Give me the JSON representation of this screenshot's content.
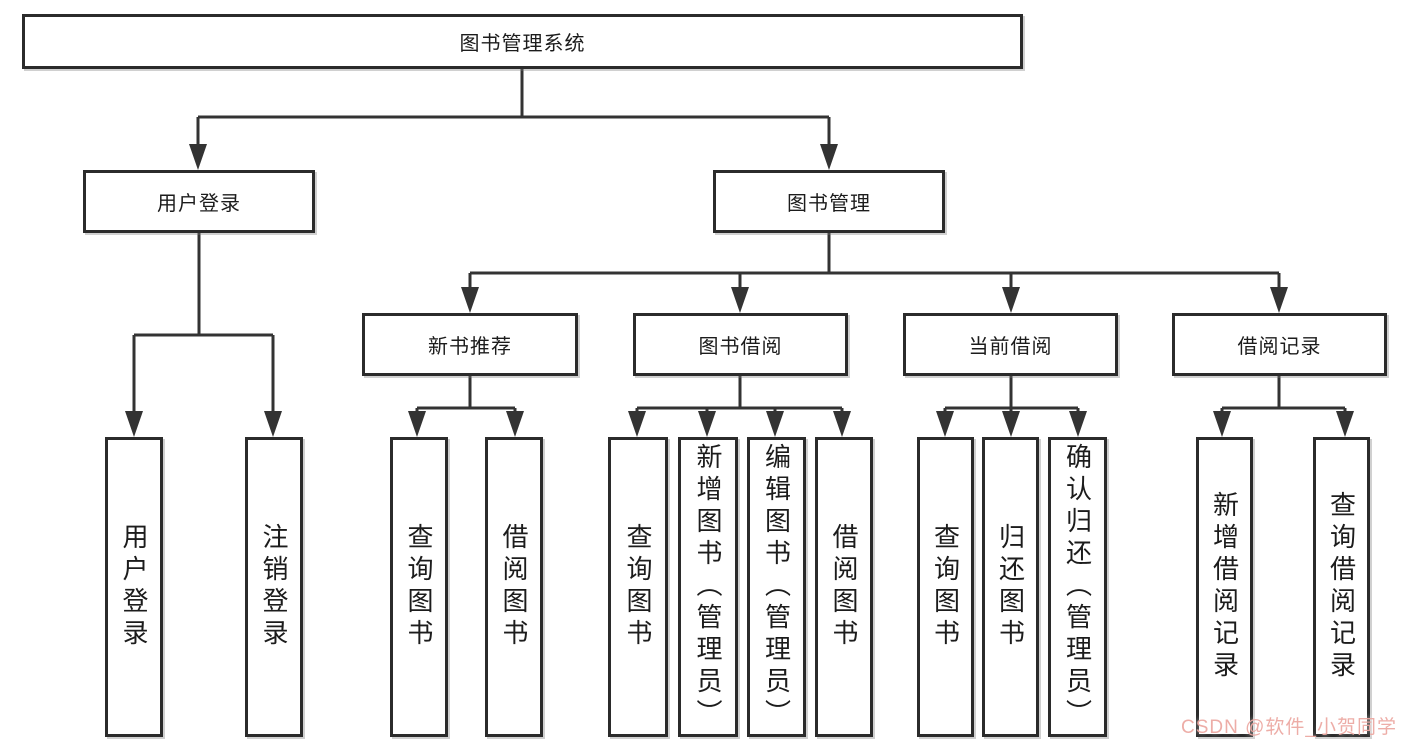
{
  "tree": {
    "root": "图书管理系统",
    "children": [
      {
        "label": "用户登录",
        "children": [
          "用户登录",
          "注销登录"
        ]
      },
      {
        "label": "图书管理",
        "children": [
          {
            "label": "新书推荐",
            "children": [
              "查询图书",
              "借阅图书"
            ]
          },
          {
            "label": "图书借阅",
            "children": [
              "查询图书",
              "新增图书（管理员）",
              "编辑图书（管理员）",
              "借阅图书"
            ]
          },
          {
            "label": "当前借阅",
            "children": [
              "查询图书",
              "归还图书",
              "确认归还（管理员）"
            ]
          },
          {
            "label": "借阅记录",
            "children": [
              "新增借阅记录",
              "查询借阅记录"
            ]
          }
        ]
      }
    ]
  },
  "watermark": {
    "text": "CSDN @软件_小贺同学",
    "color": "#eda9a3"
  },
  "colors": {
    "line": "#333333",
    "box_border": "#2b2b2b",
    "text": "#1c1c1c",
    "background": "#ffffff"
  }
}
